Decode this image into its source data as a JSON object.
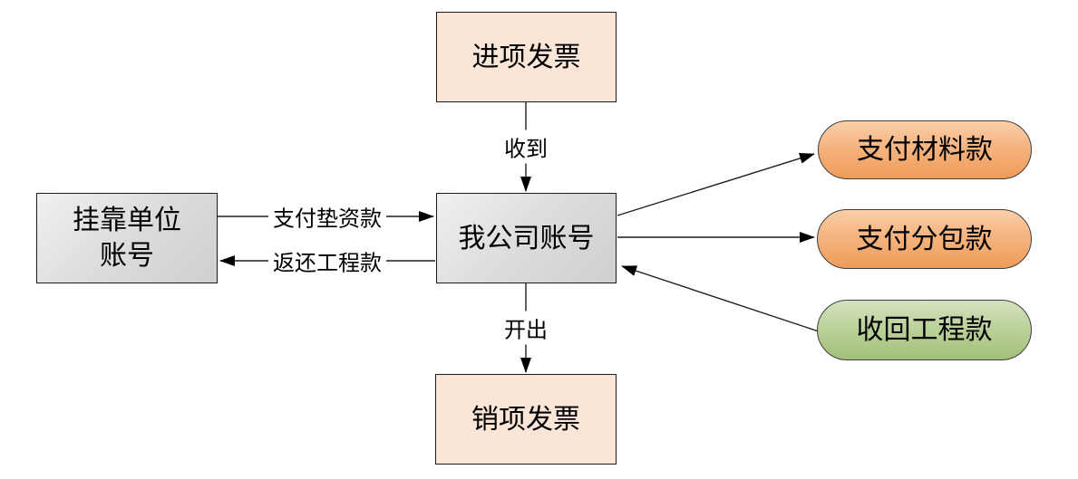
{
  "nodes": {
    "input_invoice": {
      "label": "进项发票"
    },
    "affiliated_account": {
      "label_line1": "挂靠单位",
      "label_line2": "账号"
    },
    "my_company_account": {
      "label": "我公司账号"
    },
    "output_invoice": {
      "label": "销项发票"
    },
    "pay_material": {
      "label": "支付材料款"
    },
    "pay_subcontract": {
      "label": "支付分包款"
    },
    "recover_project": {
      "label": "收回工程款"
    }
  },
  "edges": {
    "receive": {
      "label": "收到"
    },
    "issue": {
      "label": "开出"
    },
    "pay_advance": {
      "label": "支付垫资款"
    },
    "return_project": {
      "label": "返还工程款"
    }
  },
  "colors": {
    "invoice_fill": "#fbe5d6",
    "account_fill": "#dedede",
    "payment_fill": "#f6b480",
    "recover_fill": "#bcd29b",
    "line": "#1f1f1f",
    "background": "#ffffff"
  }
}
